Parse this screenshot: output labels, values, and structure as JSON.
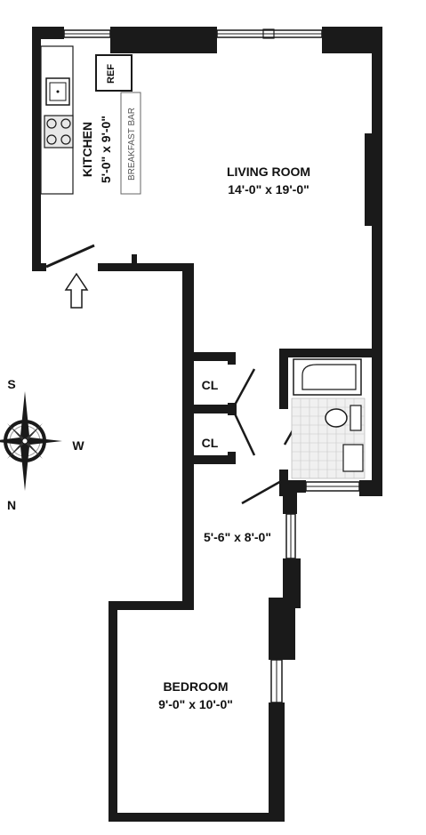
{
  "rooms": {
    "kitchen": {
      "name": "KITCHEN",
      "dims": "5'-0\" x 9'-0\""
    },
    "breakfast_bar": "BREAKFAST BAR",
    "ref": "REF",
    "living": {
      "name": "LIVING ROOM",
      "dims": "14'-0\" x 19'-0\""
    },
    "closet_1": "CL",
    "closet_2": "CL",
    "hall_dims": "5'-6\" x 8'-0\"",
    "bedroom": {
      "name": "BEDROOM",
      "dims": "9'-0\" x 10'-0\""
    }
  },
  "compass": {
    "south": "S",
    "west": "W",
    "north": "N"
  }
}
